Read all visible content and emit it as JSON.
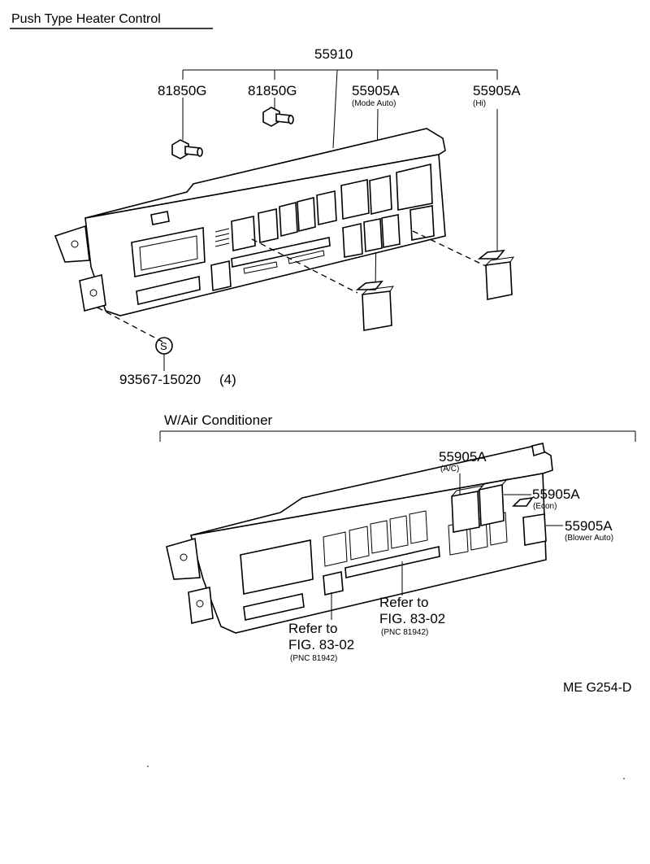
{
  "title": "Push Type Heater Control",
  "labels": {
    "assembly": "55910",
    "bolt_left": "81850G",
    "bolt_right": "81850G",
    "knob_mode": "55905A",
    "knob_mode_note": "(Mode Auto)",
    "knob_hi": "55905A",
    "knob_hi_note": "(Hi)",
    "screw": "93567-15020",
    "screw_qty": "(4)",
    "screw_symbol": "S"
  },
  "section_ac": {
    "title": "W/Air Conditioner",
    "knob_ac": "55905A",
    "knob_ac_note": "(A/C)",
    "knob_econ": "55905A",
    "knob_econ_note": "(Econ)",
    "knob_blower": "55905A",
    "knob_blower_note": "(Blower Auto)",
    "ref_right_line1": "Refer to",
    "ref_right_line2": "FIG. 83-02",
    "ref_right_line3": "(PNC 81942)",
    "ref_left_line1": "Refer to",
    "ref_left_line2": "FIG. 83-02",
    "ref_left_line3": "(PNC 81942)"
  },
  "footer_code": "ME G254-D"
}
